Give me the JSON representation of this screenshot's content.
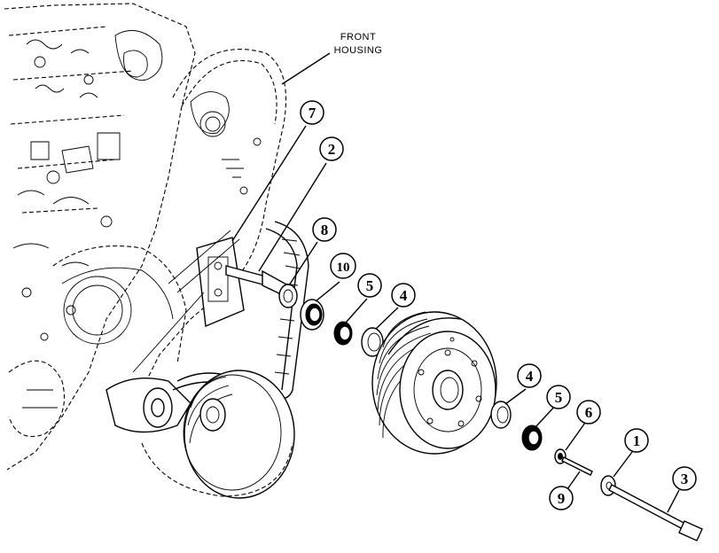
{
  "labels": {
    "front_housing_line1": "FRONT",
    "front_housing_line2": "HOUSING"
  },
  "callouts": [
    "7",
    "2",
    "8",
    "10",
    "5",
    "4",
    "4",
    "5",
    "6",
    "1",
    "9",
    "3"
  ]
}
